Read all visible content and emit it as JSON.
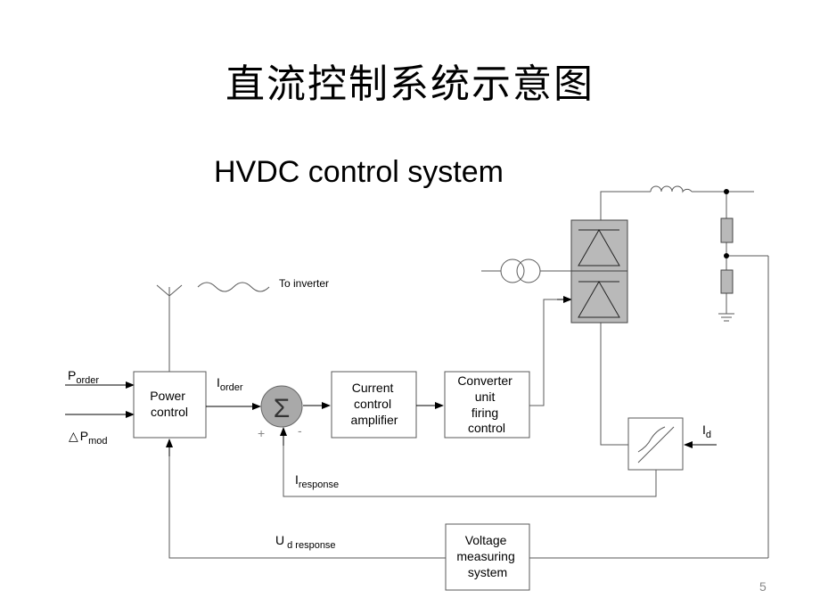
{
  "title_cn": "直流控制系统示意图",
  "title_en": "HVDC control system",
  "page_number": "5",
  "diagram": {
    "to_inverter": "To inverter",
    "p_order": {
      "main": "P",
      "sub": "order"
    },
    "delta_p_mod": {
      "prefix": "△",
      "main": "P",
      "sub": "mod"
    },
    "power_control": [
      "Power",
      "control"
    ],
    "i_order": {
      "main": "I",
      "sub": "order"
    },
    "summer_symbol": "Σ",
    "plus": "+",
    "minus": "-",
    "current_control_amplifier": [
      "Current",
      "control",
      "amplifier"
    ],
    "converter_firing_control": [
      "Converter",
      "unit",
      "firing",
      "control"
    ],
    "i_d": {
      "main": "I",
      "sub": "d"
    },
    "i_response": {
      "main": "I",
      "sub": "response"
    },
    "u_d_response": {
      "main": "U",
      "sub": "d response"
    },
    "voltage_measuring_system": [
      "Voltage",
      "measuring",
      "system"
    ]
  },
  "colors": {
    "converter_fill": "#b9b9b9",
    "summer_fill": "#a9a9a9",
    "line": "#5a5a5a"
  }
}
